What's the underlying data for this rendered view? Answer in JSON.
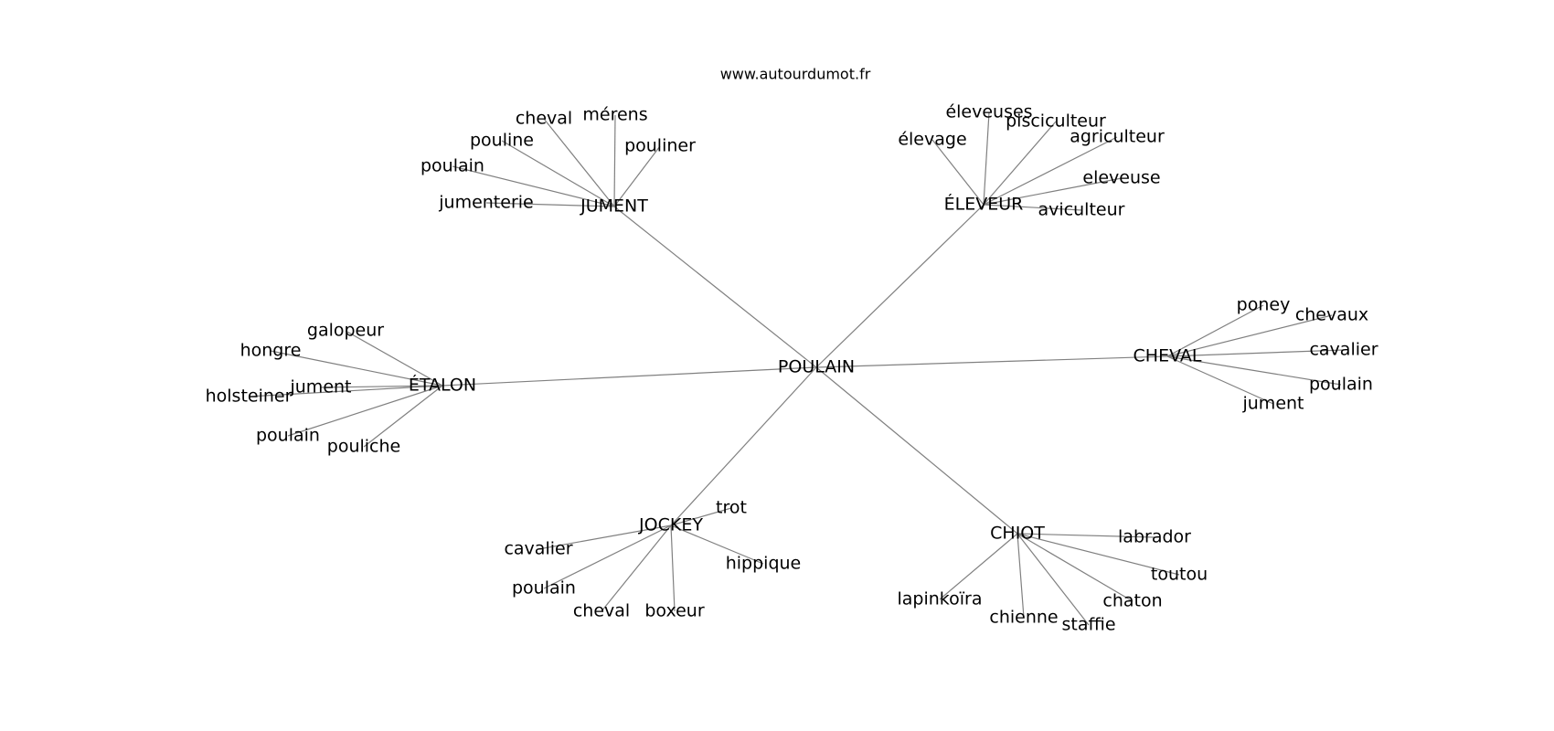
{
  "header": {
    "site": "www.autourdumot.fr"
  },
  "graph": {
    "center": "POULAIN",
    "groups": [
      {
        "hub": "JUMENT",
        "words": [
          "cheval",
          "mérens",
          "pouline",
          "pouliner",
          "poulain",
          "jumenterie"
        ]
      },
      {
        "hub": "ÉLEVEUR",
        "words": [
          "éleveuses",
          "pisciculteur",
          "élevage",
          "agriculteur",
          "eleveuse",
          "aviculteur"
        ]
      },
      {
        "hub": "ÉTALON",
        "words": [
          "galopeur",
          "hongre",
          "jument",
          "holsteiner",
          "poulain",
          "pouliche"
        ]
      },
      {
        "hub": "CHEVAL",
        "words": [
          "poney",
          "chevaux",
          "cavalier",
          "poulain",
          "jument"
        ]
      },
      {
        "hub": "JOCKEY",
        "words": [
          "trot",
          "cavalier",
          "hippique",
          "poulain",
          "cheval",
          "boxeur"
        ]
      },
      {
        "hub": "CHIOT",
        "words": [
          "labrador",
          "toutou",
          "chaton",
          "staffie",
          "chienne",
          "lapinkoïra"
        ]
      }
    ]
  }
}
